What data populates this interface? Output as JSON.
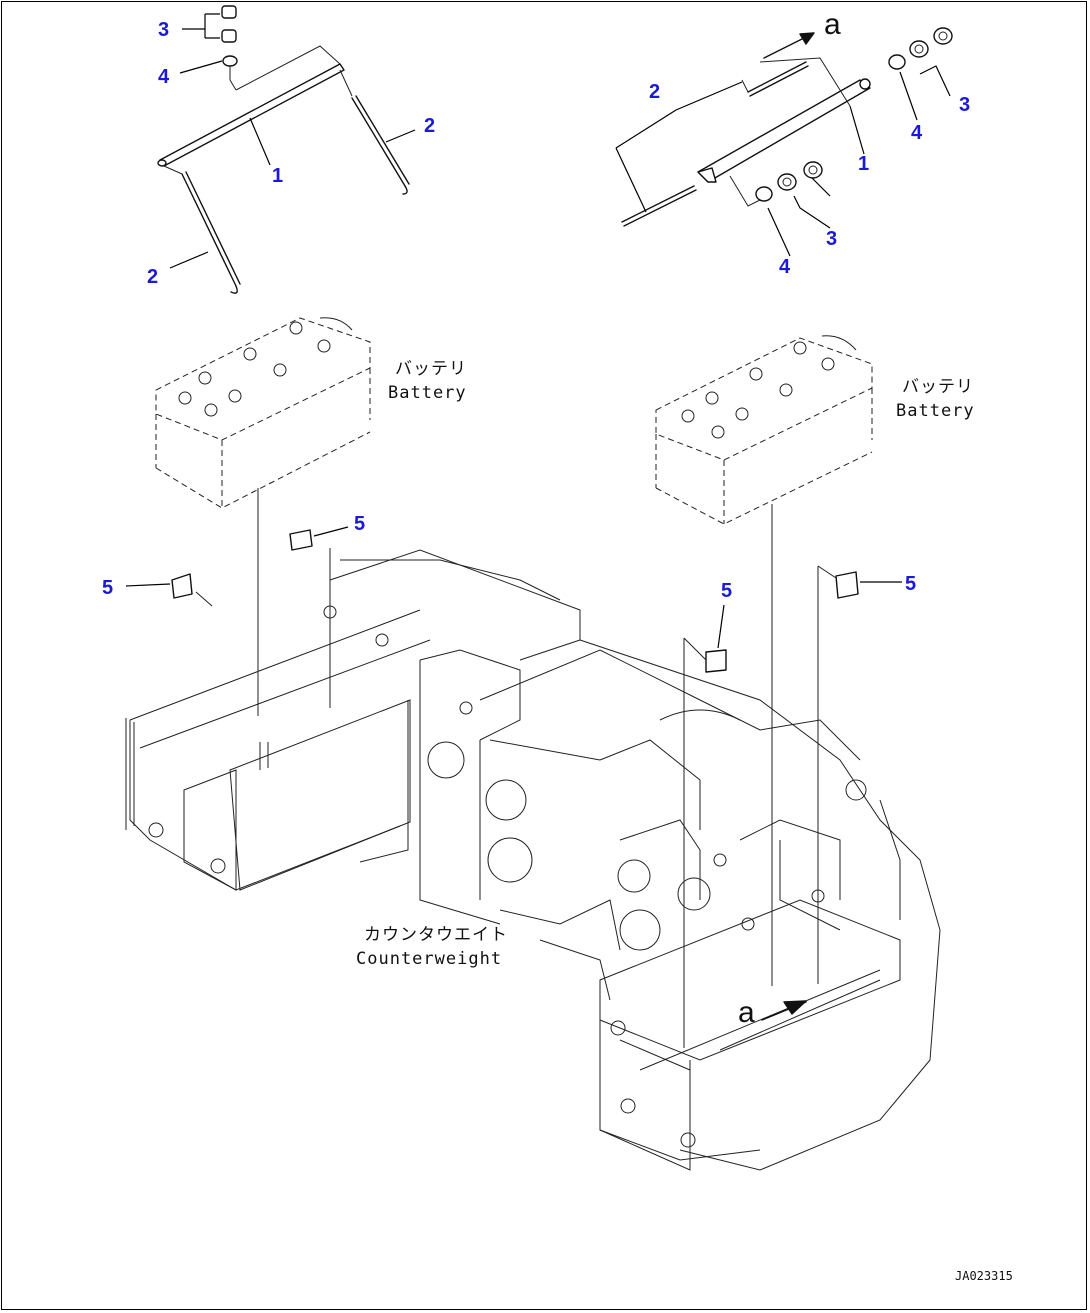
{
  "callouts": {
    "c_tl_3": "3",
    "c_tl_4": "4",
    "c_tl_2a": "2",
    "c_tl_1": "1",
    "c_tl_2b": "2",
    "c_tr_2": "2",
    "c_tr_3a": "3",
    "c_tr_4a": "4",
    "c_tr_1": "1",
    "c_tr_4b": "4",
    "c_tr_3b": "3",
    "c_l_5a": "5",
    "c_l_5b": "5",
    "c_r_5a": "5",
    "c_r_5b": "5"
  },
  "labels": {
    "battery_jp_left": "バッテリ",
    "battery_en_left": "Battery",
    "battery_jp_right": "バッテリ",
    "battery_en_right": "Battery",
    "counterweight_jp": "カウンタウエイト",
    "counterweight_en": "Counterweight",
    "ref_a_top": "a",
    "ref_a_bottom": "a",
    "drawing_code": "JA023315"
  },
  "colors": {
    "callout": "#1a1ad6",
    "line": "#111111"
  }
}
